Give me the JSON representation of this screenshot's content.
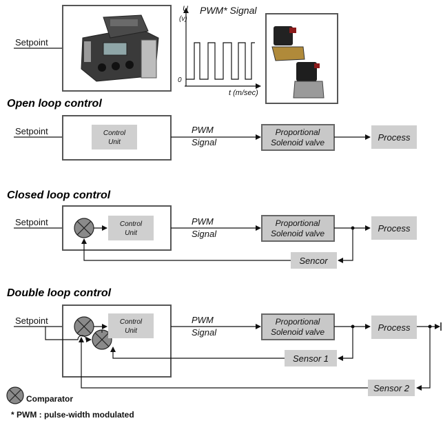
{
  "labels": {
    "setpoint": "Setpoint",
    "pwm_signal_title": "PWM* Signal",
    "u_axis": "U",
    "u_unit": "(v)",
    "zero": "0",
    "t_axis": "t (m/sec)",
    "control_unit_1": "Control",
    "control_unit_2": "Unit",
    "pwm": "PWM",
    "signal": "Signal",
    "valve_1": "Proportional",
    "valve_2": "Solenoid valve",
    "process": "Process",
    "sensor_closed": "Sencor",
    "sensor_1": "Sensor 1",
    "sensor_2": "Sensor 2"
  },
  "sections": {
    "open": "Open loop control",
    "closed": "Closed loop control",
    "double": "Double loop control"
  },
  "legend": {
    "comparator": "Comparator",
    "footnote": "* PWM : pulse-width modulated"
  },
  "colors": {
    "block_fill": "#cfcfcf",
    "comparator_fill": "#8a8a8a"
  }
}
